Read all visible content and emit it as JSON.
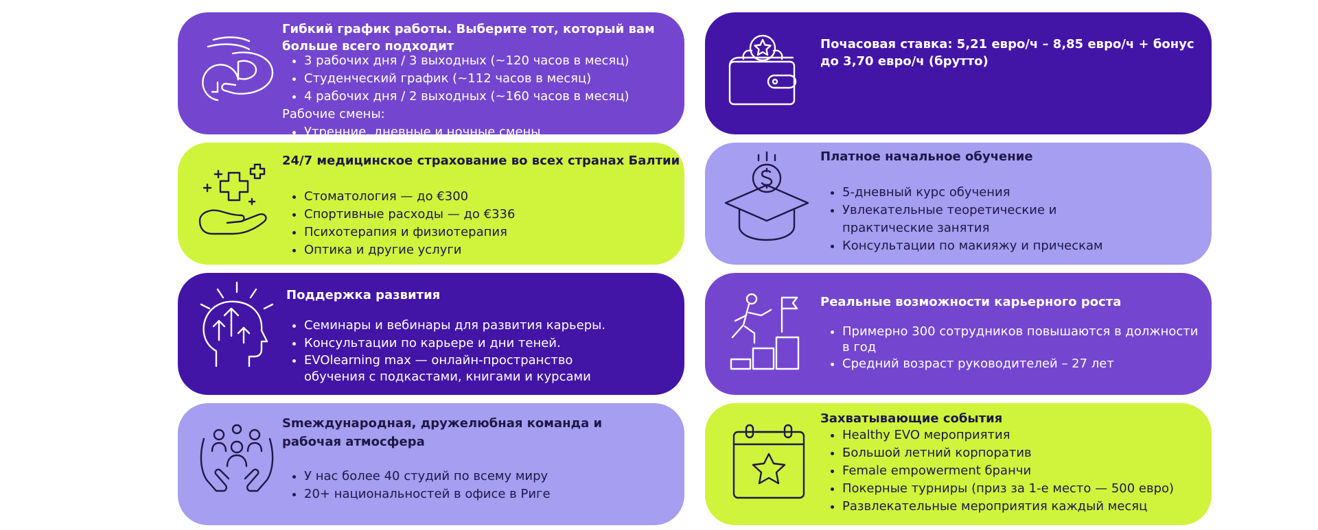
{
  "colors": {
    "purple": "#7446cf",
    "dark": "#4315a6",
    "lavender": "#a69ef0",
    "lime": "#d0f43b"
  },
  "cards": [
    {
      "icon": "time-money-icon",
      "title": "Гибкий график работы. Выберите тот, который вам\nбольше всего подходит",
      "items": [
        "3 рабочих дня / 3 выходных (~120 часов в месяц)",
        "Студенческий график (~112 часов в месяц)",
        "4 рабочих дня / 2 выходных (~160 часов в месяц)"
      ],
      "subtitle": "Рабочие смены:",
      "items2": [
        "Утренние, дневные и ночные смены"
      ]
    },
    {
      "icon": "wallet-icon",
      "title": "Почасовая ставка: 5,21 евро/ч – 8,85 евро/ч + бонус\nдо 3,70 евро/ч (брутто)"
    },
    {
      "icon": "health-hand-icon",
      "title": "24/7 медицинское страхование во всех странах Балтии",
      "items": [
        "Стоматология — до €300",
        "Спортивные расходы — до €336",
        "Психотерапия и физиотерапия",
        "Оптика и другие услуги"
      ]
    },
    {
      "icon": "education-cap-icon",
      "title": "Платное начальное обучение",
      "items": [
        "5-дневный курс обучения",
        "Увлекательные теоретические и\nпрактические занятия",
        "Консультации по макияжу и прическам"
      ]
    },
    {
      "icon": "head-growth-icon",
      "title": "Поддержка развития",
      "items": [
        "Семинары и вебинары для развития карьеры.",
        "Консультации по карьере и дни теней.",
        "EVOlearning max — онлайн-пространство\nобучения с подкастами, книгами и курсами"
      ]
    },
    {
      "icon": "career-stairs-icon",
      "title": "Реальные возможности карьерного роста",
      "items": [
        "Примерно 300 сотрудников повышаются в должности\nв год",
        "Средний возраст руководителей – 27 лет"
      ]
    },
    {
      "icon": "team-hands-icon",
      "title": "Smеждународная, дружелюбная команда и\nрабочая атмосфера",
      "items": [
        "У нас более 40 студий по всему миру",
        "20+ национальностей в офисе в Риге"
      ]
    },
    {
      "icon": "calendar-star-icon",
      "title": "Захватывающие события",
      "items": [
        "Healthy EVO мероприятия",
        "Большой летний корпоратив",
        "Female empowerment бранчи",
        "Покерные турниры (приз за 1-е место — 500 евро)",
        "Развлекательные мероприятия каждый месяц"
      ]
    }
  ]
}
